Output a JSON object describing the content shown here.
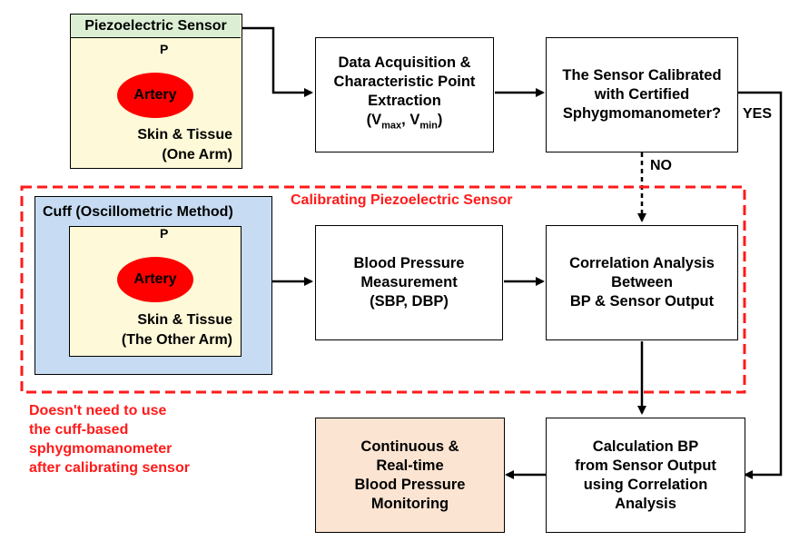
{
  "piezo_panel": {
    "header": "Piezoelectric Sensor",
    "pressure": "P",
    "artery": "Artery",
    "tissue_line1": "Skin & Tissue",
    "tissue_line2": "(One Arm)"
  },
  "cuff_panel": {
    "header": "Cuff (Oscillometric Method)",
    "pressure": "P",
    "artery": "Artery",
    "tissue_line1": "Skin & Tissue",
    "tissue_line2": "(The Other Arm)"
  },
  "data_acq": {
    "line1": "Data Acquisition &",
    "line2": "Characteristic Point",
    "line3": "Extraction",
    "v1": "V",
    "v1_sub": "max",
    "sep": ", ",
    "v2": "V",
    "v2_sub": "min"
  },
  "sensor_check": {
    "line1": "The Sensor Calibrated",
    "line2": "with Certified",
    "line3": "Sphygmomanometer?"
  },
  "bp_measure": {
    "line1": "Blood Pressure",
    "line2": "Measurement",
    "line3": "(SBP, DBP)"
  },
  "correlation": {
    "line1": "Correlation Analysis",
    "line2": "Between",
    "line3": "BP & Sensor Output"
  },
  "calc_bp": {
    "line1": "Calculation BP",
    "line2": "from Sensor Output",
    "line3": "using Correlation",
    "line4": "Analysis"
  },
  "monitoring": {
    "line1": "Continuous &",
    "line2": "Real-time",
    "line3": "Blood Pressure",
    "line4": "Monitoring"
  },
  "labels": {
    "yes": "YES",
    "no": "NO",
    "calibrating": "Calibrating Piezoelectric Sensor"
  },
  "note": {
    "line1": "Doesn't need to use",
    "line2": "the cuff-based",
    "line3": "sphygmomanometer",
    "line4": "after calibrating sensor"
  },
  "colors": {
    "highlight_red": "#ff1a1a",
    "artery_red": "#ff0000",
    "sensor_panel": "#fef9d8",
    "sensor_header": "#dcefd5",
    "cuff_panel": "#c7dcf2",
    "monitoring_box": "#fbe4d2"
  }
}
